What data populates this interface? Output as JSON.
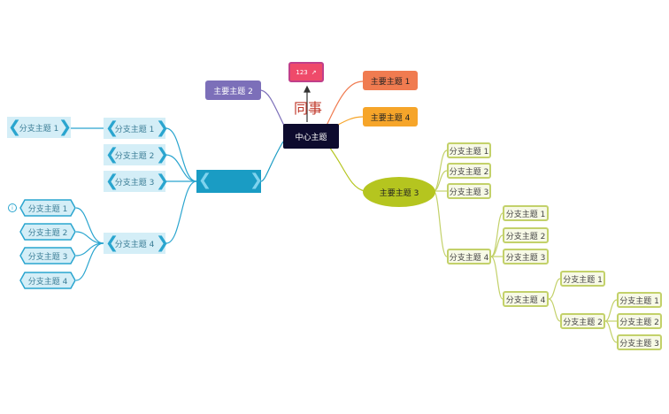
{
  "center": {
    "label": "中心主题"
  },
  "annotation": {
    "text": "同事"
  },
  "link_box": {
    "label": "123",
    "icon": "external-link-icon"
  },
  "main_topics": {
    "t1": "主要主题 1",
    "t2": "主要主题 2",
    "t3": "主要主题 3",
    "t4": "主要主题 4"
  },
  "branch_label": "分支主题",
  "left": {
    "hub_label": "",
    "group_a": [
      "分支主题 1",
      "分支主题 2",
      "分支主题 3"
    ],
    "group_a_child": "分支主题 1",
    "group_b_parent": "分支主题 4",
    "group_b": [
      "分支主题 1",
      "分支主题 2",
      "分支主题 3",
      "分支主题 4"
    ]
  },
  "right": {
    "level1": [
      "分支主题 1",
      "分支主题 2",
      "分支主题 3",
      "分支主题 4"
    ],
    "level2": [
      "分支主题 1",
      "分支主题 2",
      "分支主题 3",
      "分支主题 4"
    ],
    "level3": [
      "分支主题 1",
      "分支主题 2"
    ],
    "level4": [
      "分支主题 1",
      "分支主题 2",
      "分支主题 3"
    ]
  },
  "colors": {
    "center": "#0d0b2e",
    "topic1": "#f07b50",
    "topic2": "#7c6fb9",
    "topic3": "#b5c51f",
    "topic4": "#f6a52a",
    "blue_branch": "#1a9cc4",
    "green_branch": "#c3d16a"
  }
}
